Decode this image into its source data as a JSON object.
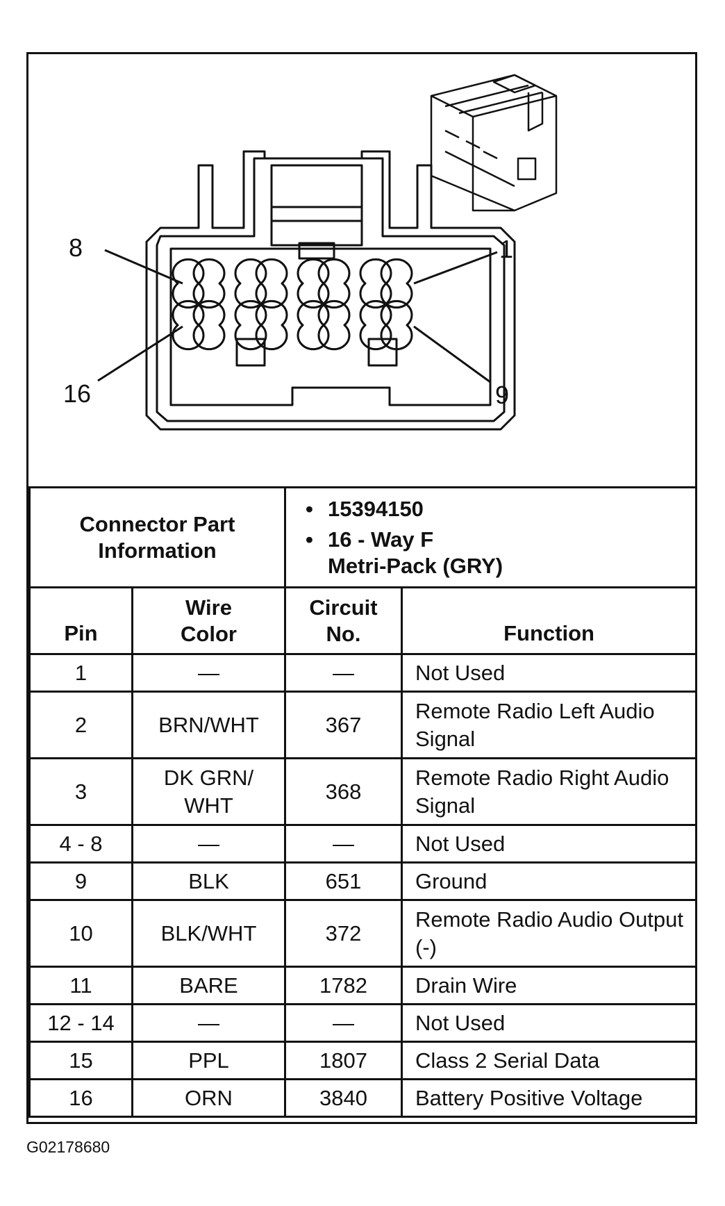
{
  "diagram": {
    "pin_labels": {
      "top_left": "8",
      "top_right": "1",
      "bottom_left": "16",
      "bottom_right": "9"
    }
  },
  "connector_info": {
    "label": "Connector Part Information",
    "bullet": "•",
    "part_number": "15394150",
    "description_line1": "16 - Way F",
    "description_line2": "Metri-Pack (GRY)"
  },
  "table": {
    "headers": {
      "pin": "Pin",
      "wire_color": "Wire Color",
      "circuit_no": "Circuit No.",
      "function": "Function"
    },
    "rows": [
      {
        "pin": "1",
        "wire_color": "—",
        "circuit": "—",
        "function": "Not Used"
      },
      {
        "pin": "2",
        "wire_color": "BRN/WHT",
        "circuit": "367",
        "function": "Remote Radio Left Audio Signal"
      },
      {
        "pin": "3",
        "wire_color": "DK GRN/ WHT",
        "circuit": "368",
        "function": "Remote Radio Right Audio Signal"
      },
      {
        "pin": "4 - 8",
        "wire_color": "—",
        "circuit": "—",
        "function": "Not Used"
      },
      {
        "pin": "9",
        "wire_color": "BLK",
        "circuit": "651",
        "function": "Ground"
      },
      {
        "pin": "10",
        "wire_color": "BLK/WHT",
        "circuit": "372",
        "function": "Remote Radio Audio Output (-)"
      },
      {
        "pin": "11",
        "wire_color": "BARE",
        "circuit": "1782",
        "function": "Drain Wire"
      },
      {
        "pin": "12 - 14",
        "wire_color": "—",
        "circuit": "—",
        "function": "Not Used"
      },
      {
        "pin": "15",
        "wire_color": "PPL",
        "circuit": "1807",
        "function": "Class 2 Serial Data"
      },
      {
        "pin": "16",
        "wire_color": "ORN",
        "circuit": "3840",
        "function": "Battery Positive Voltage"
      }
    ]
  },
  "figure_id": "G02178680",
  "colors": {
    "line": "#111111",
    "background": "#ffffff"
  }
}
